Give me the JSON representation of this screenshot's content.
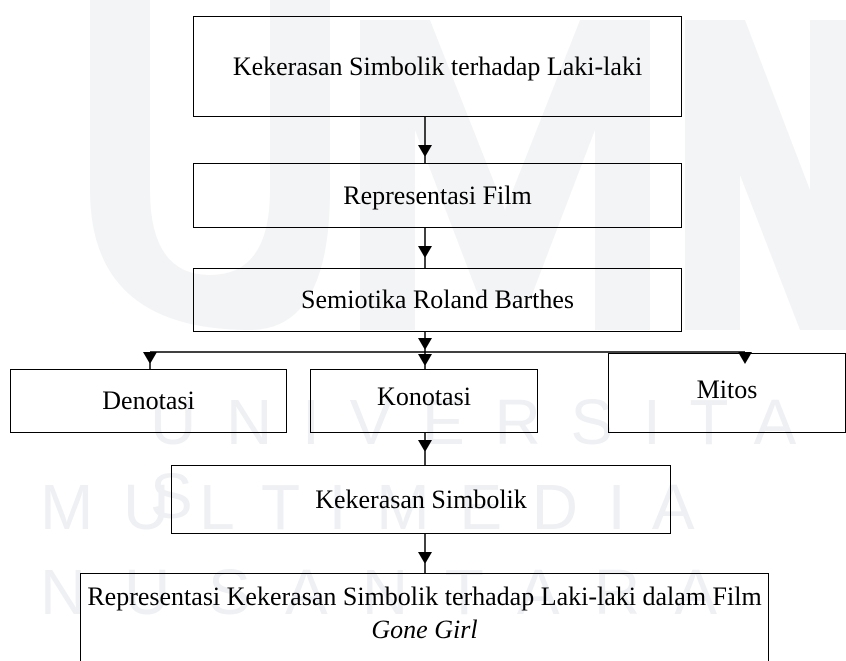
{
  "watermark": {
    "rows": [
      {
        "label": "U N I V E R S I T A S"
      },
      {
        "label": "M U L T I M E D I A"
      },
      {
        "label": "N U S A N T A R A"
      }
    ]
  },
  "diagram": {
    "nodes": {
      "top": {
        "text": "Kekerasan Simbolik terhadap Laki-laki"
      },
      "representasi_film": {
        "text": "Representasi Film"
      },
      "semiotika": {
        "text": "Semiotika Roland Barthes"
      },
      "denotasi": {
        "text": "Denotasi"
      },
      "konotasi": {
        "text": "Konotasi"
      },
      "mitos": {
        "text": "Mitos"
      },
      "kekerasan_simbolik": {
        "text": "Kekerasan Simbolik"
      },
      "result": {
        "text_prefix": "Representasi Kekerasan Simbolik terhadap Laki-laki dalam Film ",
        "text_italic": "Gone Girl"
      }
    },
    "edges": [
      {
        "from": "top",
        "to": "representasi_film"
      },
      {
        "from": "representasi_film",
        "to": "semiotika"
      },
      {
        "from": "semiotika",
        "to": "denotasi"
      },
      {
        "from": "semiotika",
        "to": "konotasi"
      },
      {
        "from": "semiotika",
        "to": "mitos"
      },
      {
        "from": "konotasi",
        "to": "kekerasan_simbolik"
      },
      {
        "from": "kekerasan_simbolik",
        "to": "result"
      }
    ]
  }
}
